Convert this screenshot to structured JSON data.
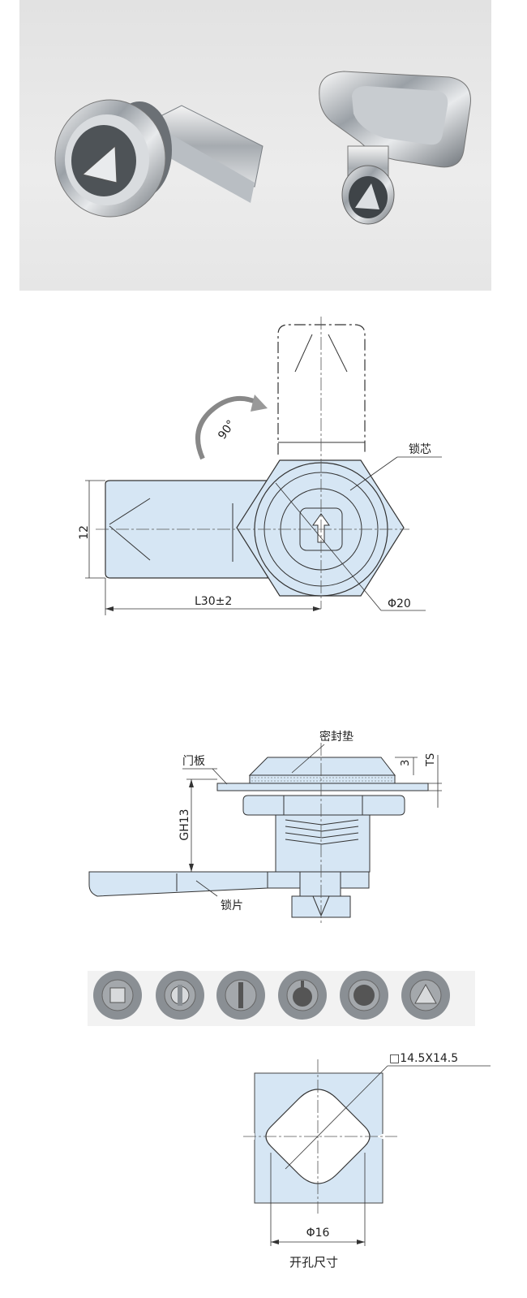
{
  "photo": {
    "items": [
      "cam-lock-body",
      "triangle-key"
    ]
  },
  "front_view": {
    "rotation_label": "90°",
    "dim_height": "12",
    "dim_length": "L30±2",
    "core_label": "锁芯",
    "dia_label": "Φ20"
  },
  "side_view": {
    "gasket_label": "密封垫",
    "panel_label": "门板",
    "grip_label": "GH13",
    "cam_label": "锁片",
    "dim_3": "3",
    "dim_ts": "TS"
  },
  "core_options": {
    "icons": [
      "square-core-icon",
      "double-slot-core-icon",
      "slot-core-icon",
      "round-notch-core-icon",
      "round-core-icon",
      "triangle-core-icon"
    ]
  },
  "cutout": {
    "square_label": "□14.5X14.5",
    "dia_label": "Φ16",
    "caption": "开孔尺寸"
  },
  "colors": {
    "part_fill": "#d6e6f4",
    "line": "#333333",
    "core_fill": "#8a8f94"
  }
}
